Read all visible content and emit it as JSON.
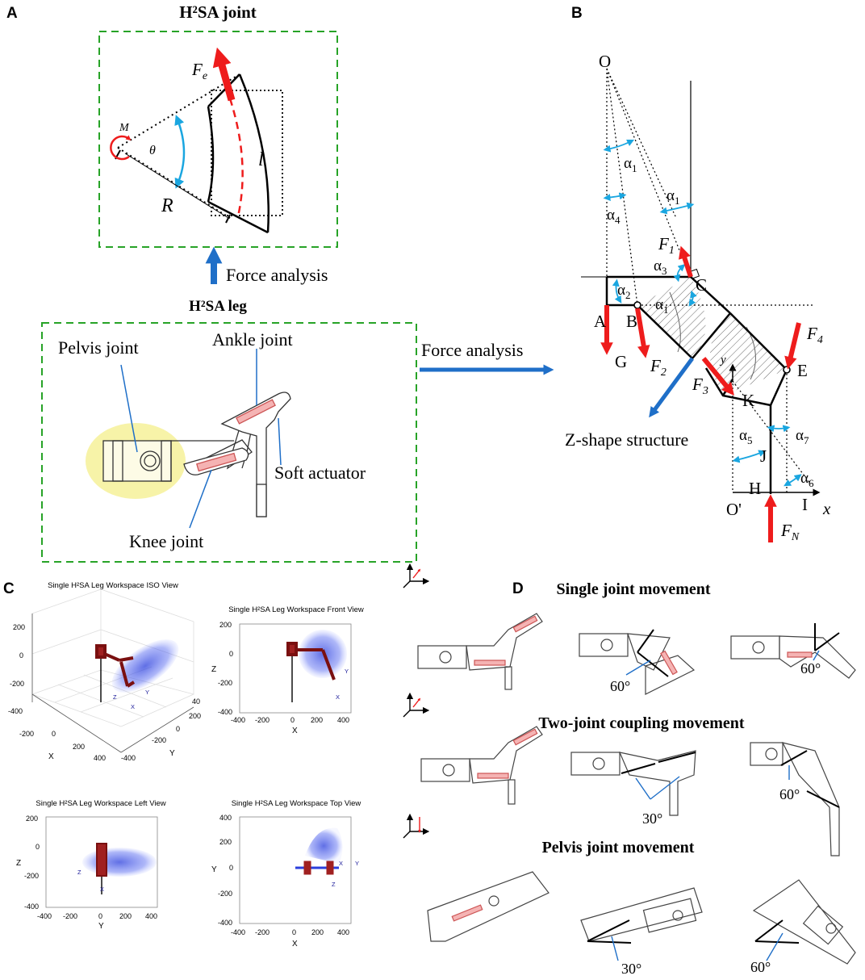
{
  "panels": {
    "a": {
      "letter": "A",
      "title": "H²SA joint",
      "labels": {
        "fe": "F",
        "fe_sub": "e",
        "moment": "M",
        "theta": "θ",
        "l": "l",
        "r": "R"
      },
      "arrow_text": "Force analysis",
      "leg_title": "H²SA leg",
      "leg_labels": {
        "pelvis": "Pelvis joint",
        "ankle": "Ankle joint",
        "soft": "Soft actuator",
        "knee": "Knee joint"
      },
      "force_analysis_right": "Force analysis"
    },
    "b": {
      "letter": "B",
      "points": {
        "o": "O",
        "a": "A",
        "b": "B",
        "c": "C",
        "g": "G",
        "e": "E",
        "k": "K",
        "j": "J",
        "h": "H",
        "o2": "O'",
        "i": "I",
        "x": "x",
        "y": "y"
      },
      "angles": {
        "a1": "α",
        "a1s": "1",
        "a2s": "2",
        "a3s": "3",
        "a4s": "4",
        "a5s": "5",
        "a6s": "6",
        "a7s": "7"
      },
      "forces": {
        "f": "F",
        "f1s": "1",
        "f2s": "2",
        "f3s": "3",
        "f4s": "4",
        "fns": "N"
      },
      "zshape": "Z-shape structure"
    },
    "c": {
      "letter": "C",
      "views": [
        {
          "title": "Single H²SA Leg Workspace ISO View",
          "z_ticks": [
            "200",
            "0",
            "-200",
            "-400"
          ],
          "x_ticks": [
            "-200",
            "0",
            "200",
            "400"
          ],
          "y_ticks": [
            "-400",
            "-200",
            "0",
            "200",
            "40"
          ],
          "xlabel": "X",
          "ylabel": "Y",
          "axes": {
            "z": "Z",
            "y": "Y",
            "x": "X"
          }
        },
        {
          "title": "Single H²SA Leg Workspace Front View",
          "y_ticks": [
            "200",
            "0",
            "-200",
            "-400"
          ],
          "x_ticks": [
            "-400",
            "-200",
            "0",
            "200",
            "400"
          ],
          "xlabel": "X",
          "ylabel": "Z",
          "axes": {
            "y": "Y",
            "x": "X"
          }
        },
        {
          "title": "Single H²SA Leg Workspace Left View",
          "y_ticks": [
            "200",
            "0",
            "-200",
            "-400"
          ],
          "x_ticks": [
            "-400",
            "-200",
            "0",
            "200",
            "400"
          ],
          "xlabel": "Y",
          "ylabel": "Z",
          "axes": {
            "z": "Z",
            "x": "X"
          }
        },
        {
          "title": "Single H²SA Leg Workspace Top View",
          "y_ticks": [
            "400",
            "200",
            "0",
            "-200",
            "-400"
          ],
          "x_ticks": [
            "-400",
            "-200",
            "0",
            "200",
            "400"
          ],
          "xlabel": "X",
          "ylabel": "Y",
          "axes": {
            "x": "X",
            "y": "Y",
            "z": "Z"
          }
        }
      ]
    },
    "d": {
      "letter": "D",
      "rows": [
        {
          "title": "Single joint movement",
          "angles": [
            "60°",
            "60°"
          ]
        },
        {
          "title": "Two-joint coupling movement",
          "angles": [
            "30°",
            "60°"
          ]
        },
        {
          "title": "Pelvis joint movement",
          "angles": [
            "30°",
            "60°"
          ]
        }
      ]
    }
  },
  "colors": {
    "force": "#ee1c1c",
    "arrow_blue": "#1f6fc8",
    "frame_green": "#27a327",
    "angle_cyan": "#1aa6e0",
    "highlight": "#f7f3a8",
    "actuator": "#f08080",
    "workspace": "#2b3fdc",
    "leg_dark": "#7a1010"
  }
}
